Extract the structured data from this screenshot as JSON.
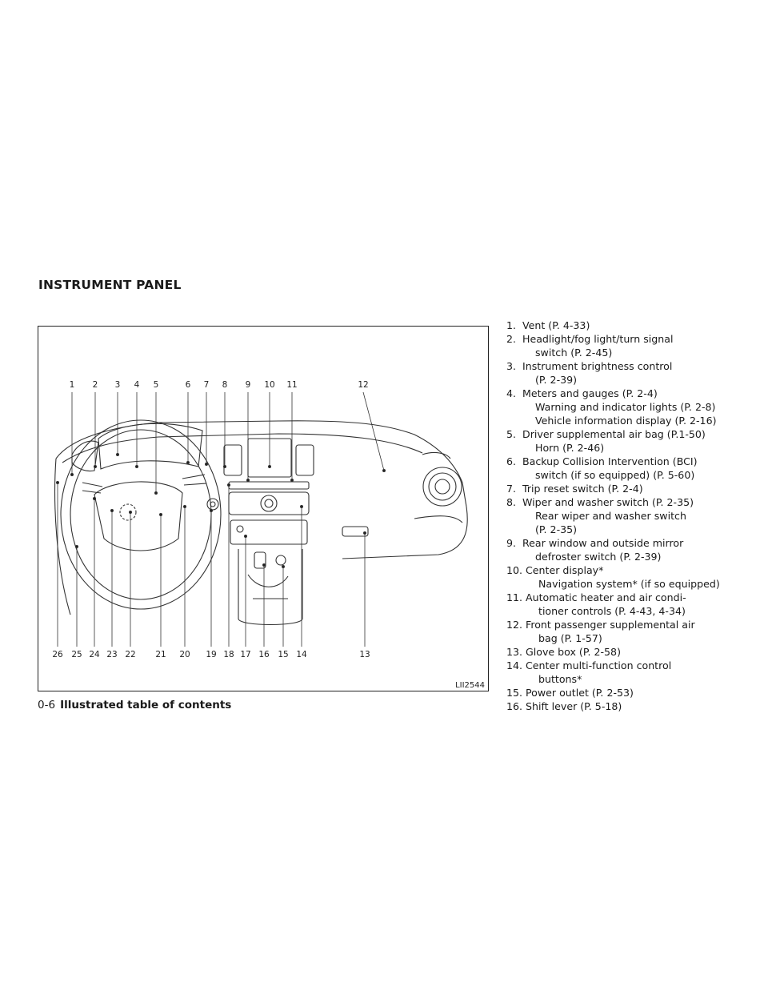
{
  "header": {
    "title": "INSTRUMENT PANEL"
  },
  "figure": {
    "id": "LII2544",
    "top_callouts": [
      "1",
      "2",
      "3",
      "4",
      "5",
      "6",
      "7",
      "8",
      "9",
      "10",
      "11",
      "12"
    ],
    "bottom_callouts": [
      "26",
      "25",
      "24",
      "23",
      "22",
      "21",
      "20",
      "19",
      "18",
      "17",
      "16",
      "15",
      "14",
      "13"
    ]
  },
  "items": [
    {
      "num": "1.",
      "lines": [
        "Vent (P. 4-33)"
      ]
    },
    {
      "num": "2.",
      "lines": [
        "Headlight/fog light/turn signal",
        "switch (P. 2-45)"
      ]
    },
    {
      "num": "3.",
      "lines": [
        "Instrument brightness control",
        "(P. 2-39)"
      ]
    },
    {
      "num": "4.",
      "lines": [
        "Meters and gauges (P. 2-4)",
        "Warning and indicator lights (P. 2-8)",
        "Vehicle information display (P. 2-16)"
      ]
    },
    {
      "num": "5.",
      "lines": [
        "Driver supplemental air bag (P.1-50)",
        "Horn (P. 2-46)"
      ]
    },
    {
      "num": "6.",
      "lines": [
        "Backup Collision Intervention (BCI)",
        "switch (if so equipped) (P. 5-60)"
      ]
    },
    {
      "num": "7.",
      "lines": [
        "Trip reset switch (P. 2-4)"
      ]
    },
    {
      "num": "8.",
      "lines": [
        "Wiper and washer switch (P. 2-35)",
        "Rear wiper and washer switch",
        "(P. 2-35)"
      ]
    },
    {
      "num": "9.",
      "lines": [
        "Rear window and outside mirror",
        "defroster switch (P. 2-39)"
      ]
    },
    {
      "num": "10.",
      "lines": [
        "Center display*",
        "Navigation system* (if so equipped)"
      ]
    },
    {
      "num": "11.",
      "lines": [
        "Automatic heater and air condi-",
        "tioner controls (P. 4-43, 4-34)"
      ]
    },
    {
      "num": "12.",
      "lines": [
        "Front passenger supplemental air",
        "bag (P. 1-57)"
      ]
    },
    {
      "num": "13.",
      "lines": [
        "Glove box (P. 2-58)"
      ]
    },
    {
      "num": "14.",
      "lines": [
        "Center multi-function control",
        "buttons*"
      ]
    },
    {
      "num": "15.",
      "lines": [
        "Power outlet (P. 2-53)"
      ]
    },
    {
      "num": "16.",
      "lines": [
        "Shift lever (P. 5-18)"
      ]
    }
  ],
  "footer": {
    "page": "0-6",
    "label": "Illustrated table of contents"
  }
}
